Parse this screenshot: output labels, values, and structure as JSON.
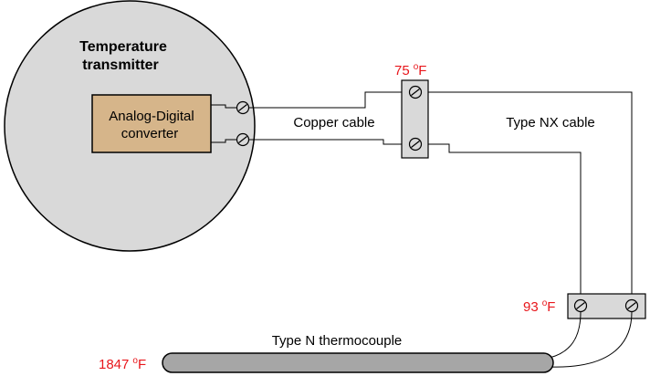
{
  "transmitter": {
    "title_line1": "Temperature",
    "title_line2": "transmitter",
    "converter_line1": "Analog-Digital",
    "converter_line2": "converter"
  },
  "cables": {
    "copper": "Copper cable",
    "nx": "Type NX cable"
  },
  "thermocouple": {
    "label": "Type N thermocouple"
  },
  "temperatures": {
    "junction_block_value": "75",
    "terminal_block_value": "93",
    "probe_tip_value": "1847",
    "degree_symbol": "o",
    "unit": "F"
  },
  "colors": {
    "transmitter_fill": "#d9d9d9",
    "converter_fill": "#d6b58a",
    "terminal_block_fill": "#d9d9d9",
    "thermocouple_fill": "#a6a6a6",
    "temperature_text": "#e8161b"
  }
}
